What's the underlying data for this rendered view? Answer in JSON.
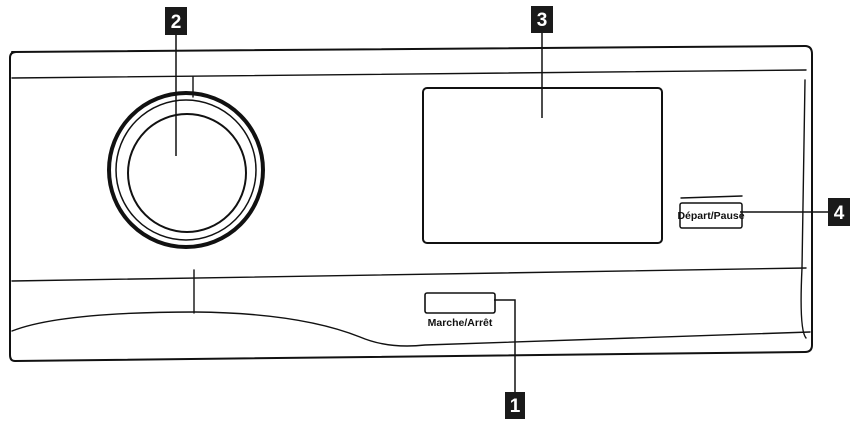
{
  "callouts": [
    {
      "number": "1",
      "target": "power-button"
    },
    {
      "number": "2",
      "target": "program-knob"
    },
    {
      "number": "3",
      "target": "display"
    },
    {
      "number": "4",
      "target": "start-pause-button"
    }
  ],
  "buttons": {
    "power_label": "Marche/Arrêt",
    "start_pause_label": "Départ/Pause"
  }
}
